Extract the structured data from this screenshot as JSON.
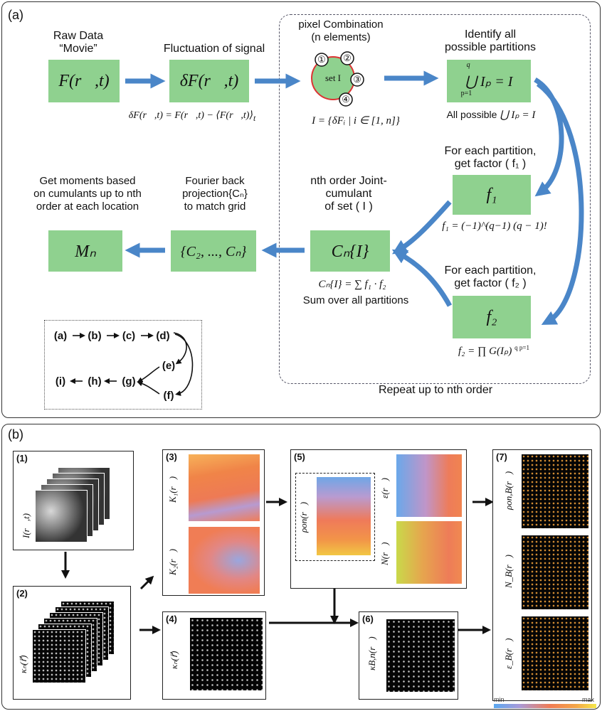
{
  "panel_a": {
    "label": "(a)",
    "raw_data_line1": "Raw Data",
    "raw_data_line2": "“Movie”",
    "box_F": "F(r⃗,t)",
    "fluct_title": "Fluctuation of signal",
    "box_dF": "δF(r⃗,t)",
    "dF_formula": "δF(r⃗,t) = F(r⃗,t) − ⟨F(r⃗,t)⟩",
    "dF_formula_sub": "t",
    "pixel_title_line1": "pixel Combination",
    "pixel_title_line2": "(n elements)",
    "circle_label": "set I",
    "circle_nodes": [
      "①",
      "②",
      "③",
      "④"
    ],
    "set_formula": "I = {δFᵢ | i ∈ [1, n]}",
    "partition_title_line1": "Identify all",
    "partition_title_line2": "possible partitions",
    "box_partition": "⋃ Iₚ = I",
    "box_partition_top": "q",
    "box_partition_bottom": "p=1",
    "all_possible_label": "All possible",
    "all_possible_formula": "⋃ Iₚ = I",
    "f1_title_line1": "For each partition,",
    "f1_title_line2": "get factor ( f₁ )",
    "box_f1": "f₁",
    "f1_formula": "f₁ = (−1)^(q−1) (q − 1)!",
    "f2_title_line1": "For each partition,",
    "f2_title_line2": "get factor ( f₂ )",
    "box_f2": "f₂",
    "f2_formula": "f₂ = ∏ G(Iₚ)",
    "f2_formula_range": "q p=1",
    "cumulant_title_line1": "nth order Joint-",
    "cumulant_title_line2": "cumulant",
    "cumulant_title_line3": "of set ( I )",
    "box_Cn": "Cₙ{I}",
    "Cn_formula": "Cₙ{I} = ∑ f₁ · f₂",
    "sum_label": "Sum over all partitions",
    "fourier_title_line1": "Fourier back",
    "fourier_title_line2": "projection{Cₙ}",
    "fourier_title_line3": "to match grid",
    "box_C": "{C₂, ..., Cₙ}",
    "moments_title_line1": "Get moments based",
    "moments_title_line2": "on cumulants up to nth",
    "moments_title_line3": "order at each location",
    "box_Mn": "Mₙ",
    "repeat_label": "Repeat up to nth order",
    "flow": {
      "a": "(a)",
      "b": "(b)",
      "c": "(c)",
      "d": "(d)",
      "e": "(e)",
      "f": "(f)",
      "g": "(g)",
      "h": "(h)",
      "i": "(i)"
    }
  },
  "panel_b": {
    "label": "(b)",
    "s1": {
      "num": "(1)",
      "label": "I(r⃗,t)"
    },
    "s2": {
      "num": "(2)",
      "label": "κₙ(r⃗)"
    },
    "s3": {
      "num": "(3)",
      "label_top": "K₁(r⃗)",
      "label_bottom": "K₂(r⃗)"
    },
    "s4": {
      "num": "(4)",
      "label": "κₙ(r⃗)"
    },
    "s5": {
      "num": "(5)",
      "label_rho": "ρon(r⃗)",
      "label_eps": "ε(r⃗)",
      "label_N": "N(r⃗)"
    },
    "s6": {
      "num": "(6)",
      "label": "κB,n(r⃗)"
    },
    "s7": {
      "num": "(7)",
      "label_top": "ρon,B(r⃗)",
      "label_mid": "N_B(r⃗)",
      "label_bot": "ε_B(r⃗)"
    },
    "colorbar": {
      "min": "min",
      "max": "max"
    }
  }
}
